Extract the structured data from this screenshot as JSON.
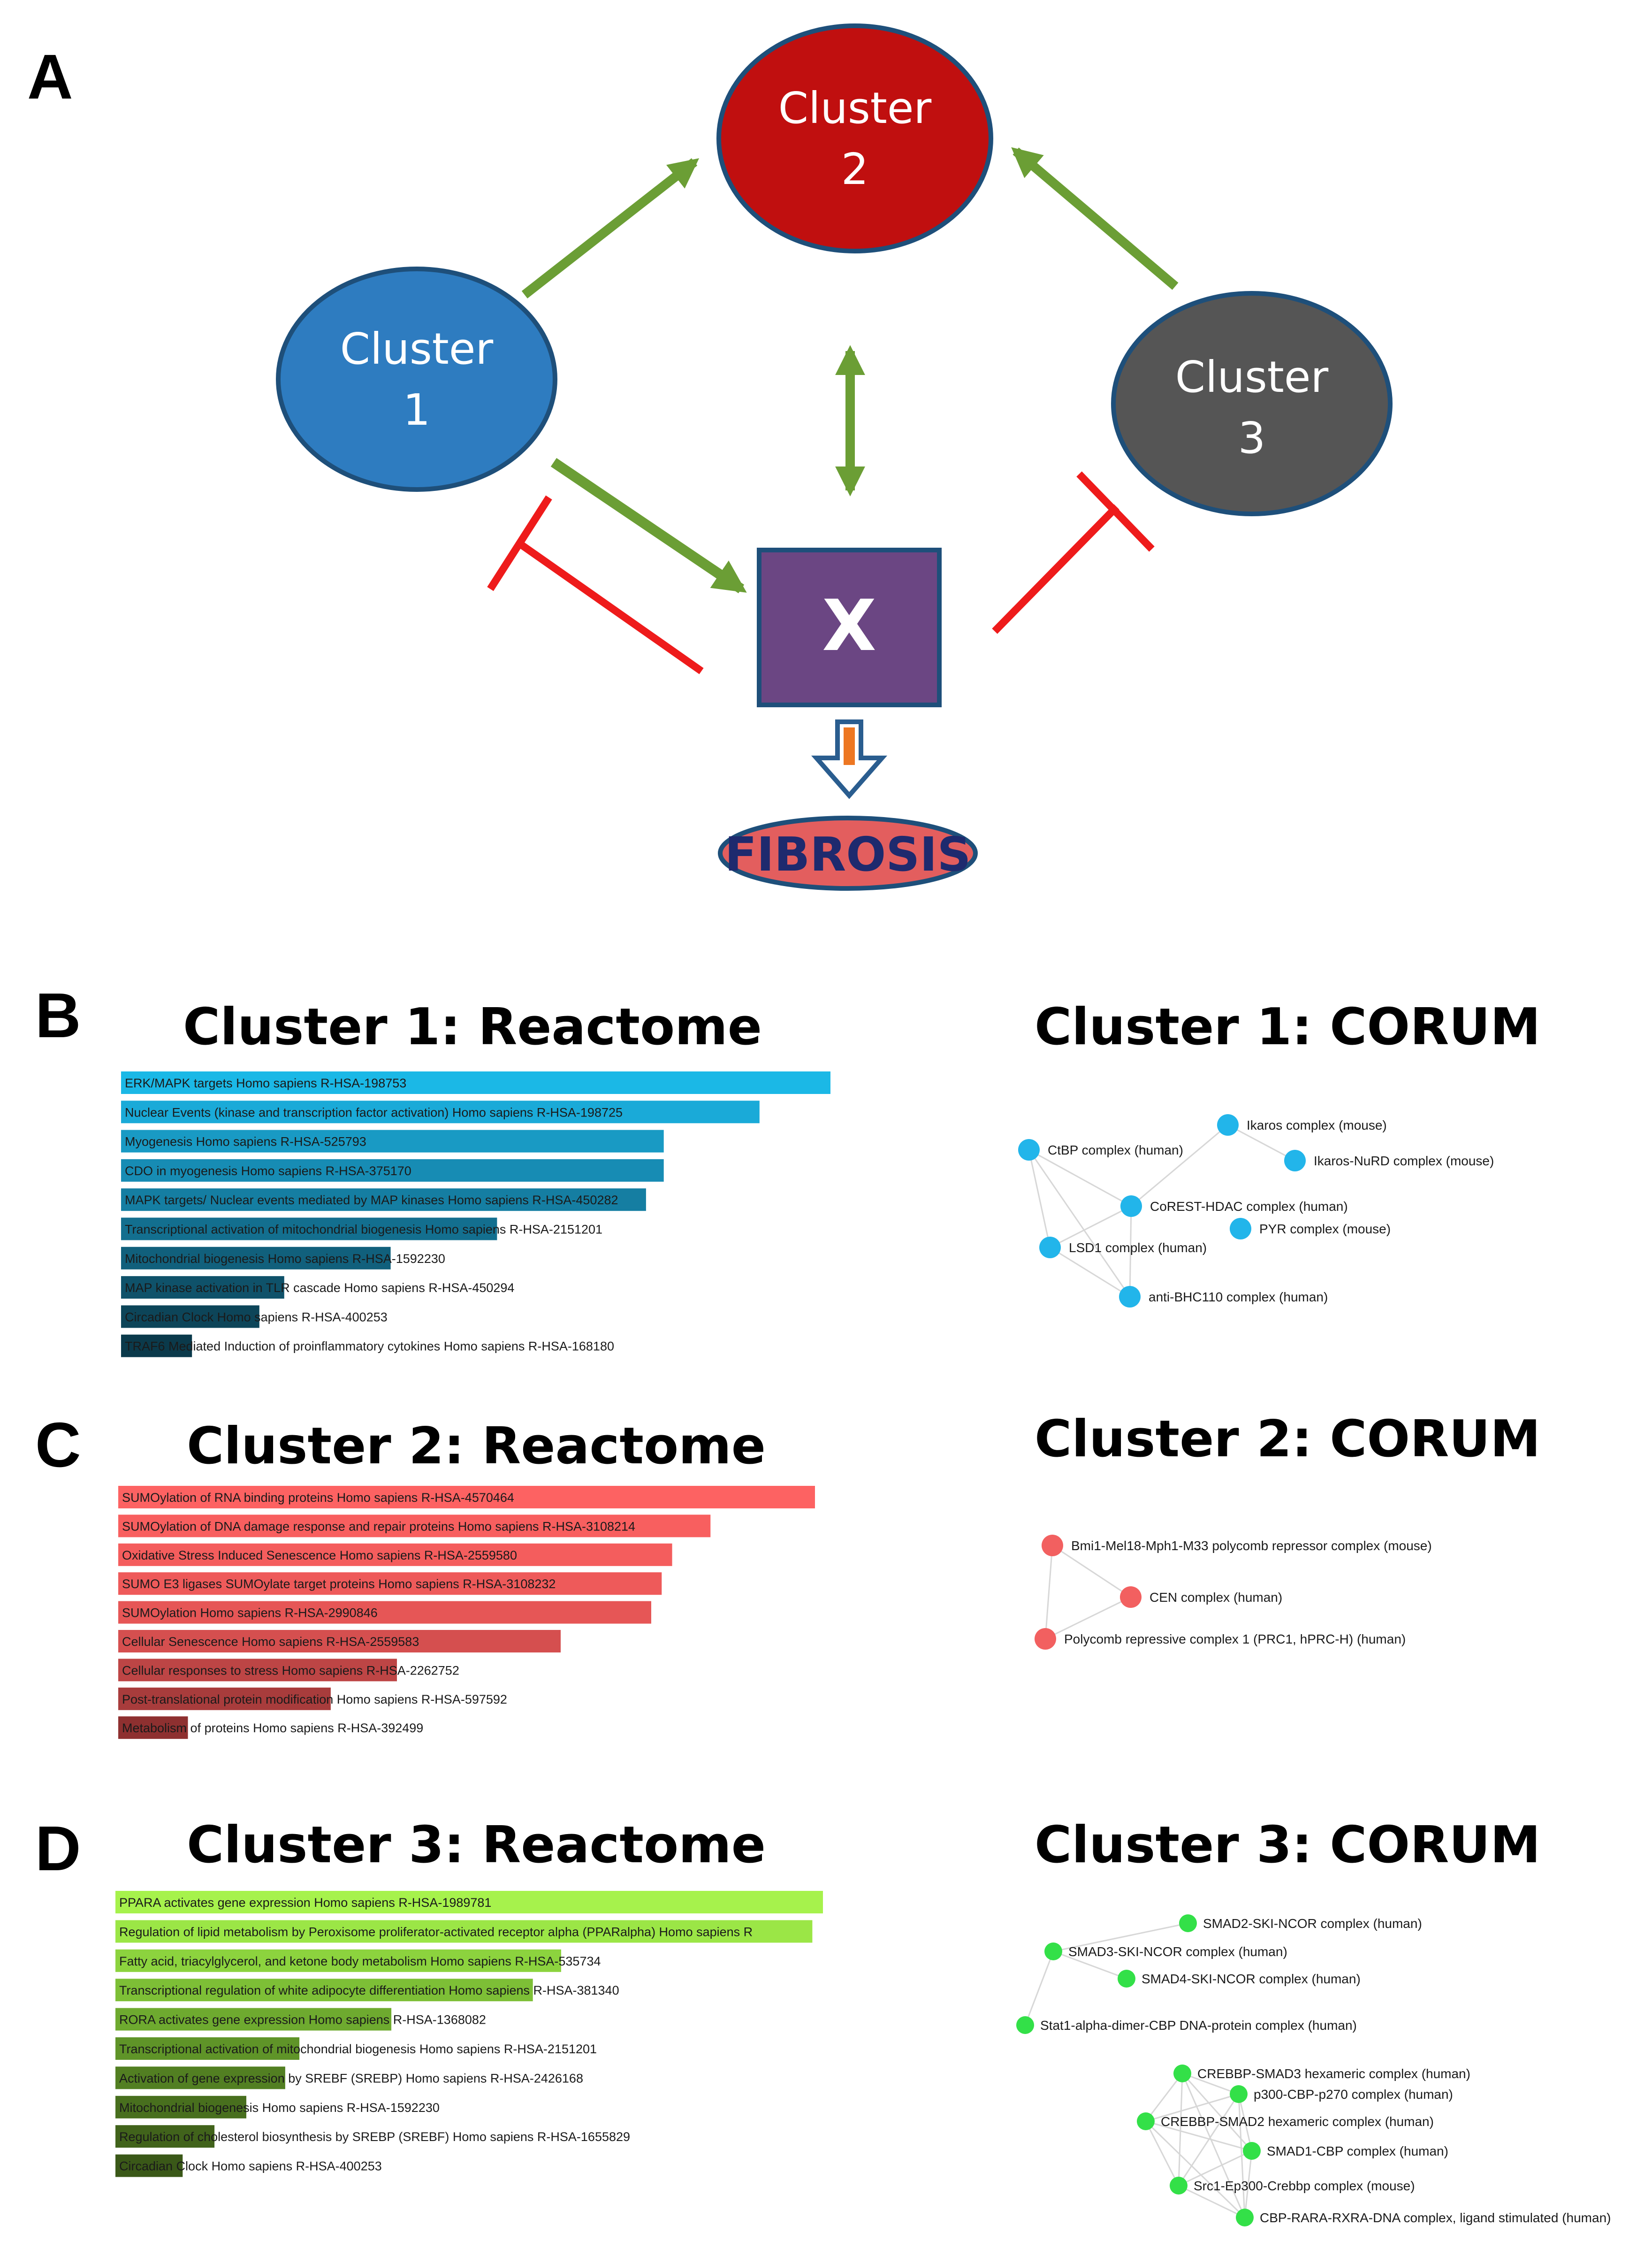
{
  "panels": {
    "a": "A",
    "b": "B",
    "c": "C",
    "d": "D"
  },
  "diagram": {
    "cluster1": {
      "line1": "Cluster",
      "line2": "1",
      "color": "#2e7cc0"
    },
    "cluster2": {
      "line1": "Cluster",
      "line2": "2",
      "color": "#c00f0f"
    },
    "cluster3": {
      "line1": "Cluster",
      "line2": "3",
      "color": "#555555"
    },
    "x": {
      "label": "X",
      "color": "#6b4683"
    },
    "fibrosis": {
      "label": "FIBROSIS",
      "color": "#e35e5e"
    },
    "activation_color": "#6b9e35",
    "inhibition_color": "#ee1b1b"
  },
  "sections": [
    {
      "reactome_title": "Cluster 1: Reactome",
      "corum_title": "Cluster 1: CORUM",
      "bars": [
        {
          "label": "ERK/MAPK targets Homo sapiens R-HSA-198753",
          "value": 1.0,
          "color": "#1bb8e6"
        },
        {
          "label": "Nuclear Events (kinase and transcription factor activation) Homo sapiens R-HSA-198725",
          "value": 0.9,
          "color": "#1aaad8"
        },
        {
          "label": "Myogenesis Homo sapiens R-HSA-525793",
          "value": 0.765,
          "color": "#199ac4"
        },
        {
          "label": "CDO in myogenesis Homo sapiens R-HSA-375170",
          "value": 0.765,
          "color": "#178cb4"
        },
        {
          "label": "MAPK targets/ Nuclear events mediated by MAP kinases Homo sapiens R-HSA-450282",
          "value": 0.74,
          "color": "#157ea2"
        },
        {
          "label": "Transcriptional activation of mitochondrial biogenesis Homo sapiens R-HSA-2151201",
          "value": 0.53,
          "color": "#136f8f"
        },
        {
          "label": "Mitochondrial biogenesis Homo sapiens R-HSA-1592230",
          "value": 0.38,
          "color": "#11607c"
        },
        {
          "label": "MAP kinase activation in TLR cascade Homo sapiens R-HSA-450294",
          "value": 0.23,
          "color": "#0f526a"
        },
        {
          "label": "Circadian Clock Homo sapiens R-HSA-400253",
          "value": 0.195,
          "color": "#0d4559"
        },
        {
          "label": "TRAF6 Mediated Induction of proinflammatory cytokines Homo sapiens R-HSA-168180",
          "value": 0.1,
          "color": "#0b3a4b"
        }
      ],
      "network": {
        "color": "#22b5ea",
        "nodes": [
          {
            "label": "Ikaros complex (mouse)"
          },
          {
            "label": "CtBP complex (human)"
          },
          {
            "label": "Ikaros-NuRD complex (mouse)"
          },
          {
            "label": "CoREST-HDAC complex (human)"
          },
          {
            "label": "PYR complex (mouse)"
          },
          {
            "label": "LSD1 complex (human)"
          },
          {
            "label": "anti-BHC110 complex (human)"
          }
        ]
      }
    },
    {
      "reactome_title": "Cluster 2: Reactome",
      "corum_title": "Cluster 2: CORUM",
      "bars": [
        {
          "label": "SUMOylation of RNA binding proteins Homo sapiens R-HSA-4570464",
          "value": 1.0,
          "color": "#fd6262"
        },
        {
          "label": "SUMOylation of DNA damage response and repair proteins Homo sapiens R-HSA-3108214",
          "value": 0.85,
          "color": "#f85f5f"
        },
        {
          "label": "Oxidative Stress Induced Senescence Homo sapiens R-HSA-2559580",
          "value": 0.795,
          "color": "#f45d5d"
        },
        {
          "label": "SUMO E3 ligases SUMOylate target proteins Homo sapiens R-HSA-3108232",
          "value": 0.78,
          "color": "#ee5a5a"
        },
        {
          "label": "SUMOylation Homo sapiens R-HSA-2990846",
          "value": 0.765,
          "color": "#e65656"
        },
        {
          "label": "Cellular Senescence Homo sapiens R-HSA-2559583",
          "value": 0.635,
          "color": "#d54f4f"
        },
        {
          "label": "Cellular responses to stress Homo sapiens R-HSA-2262752",
          "value": 0.4,
          "color": "#bd4545"
        },
        {
          "label": "Post-translational protein modification Homo sapiens R-HSA-597592",
          "value": 0.305,
          "color": "#a83c3c"
        },
        {
          "label": "Metabolism of proteins Homo sapiens R-HSA-392499",
          "value": 0.1,
          "color": "#8e3030"
        }
      ],
      "network": {
        "color": "#f26060",
        "nodes": [
          {
            "label": "Bmi1-Mel18-Mph1-M33 polycomb repressor complex (mouse)"
          },
          {
            "label": "CEN complex (human)"
          },
          {
            "label": "Polycomb repressive complex 1 (PRC1, hPRC-H) (human)"
          }
        ]
      }
    },
    {
      "reactome_title": "Cluster 3: Reactome",
      "corum_title": "Cluster 3: CORUM",
      "bars": [
        {
          "label": "PPARA activates gene expression Homo sapiens R-HSA-1989781",
          "value": 1.0,
          "color": "#a6f24c"
        },
        {
          "label": "Regulation of lipid metabolism by Peroxisome proliferator-activated receptor alpha (PPARalpha) Homo sapiens R",
          "value": 0.985,
          "color": "#9be646"
        },
        {
          "label": "Fatty acid, triacylglycerol, and ketone body metabolism Homo sapiens R-HSA-535734",
          "value": 0.63,
          "color": "#8cd33e"
        },
        {
          "label": "Transcriptional regulation of white adipocyte differentiation Homo sapiens R-HSA-381340",
          "value": 0.59,
          "color": "#7dbf36"
        },
        {
          "label": "RORA activates gene expression Homo sapiens R-HSA-1368082",
          "value": 0.39,
          "color": "#6eaa2f"
        },
        {
          "label": "Transcriptional activation of mitochondrial biogenesis Homo sapiens R-HSA-2151201",
          "value": 0.26,
          "color": "#5f9428"
        },
        {
          "label": "Activation of gene expression by SREBF (SREBP) Homo sapiens R-HSA-2426168",
          "value": 0.24,
          "color": "#527f22"
        },
        {
          "label": "Mitochondrial biogenesis Homo sapiens R-HSA-1592230",
          "value": 0.185,
          "color": "#486f1e"
        },
        {
          "label": "Regulation of cholesterol biosynthesis by SREBP (SREBF) Homo sapiens R-HSA-1655829",
          "value": 0.14,
          "color": "#41631b"
        },
        {
          "label": "Circadian Clock Homo sapiens R-HSA-400253",
          "value": 0.095,
          "color": "#3a5818"
        }
      ],
      "network": {
        "color": "#33e048",
        "nodes": [
          {
            "label": "SMAD2-SKI-NCOR complex (human)"
          },
          {
            "label": "SMAD3-SKI-NCOR complex (human)"
          },
          {
            "label": "SMAD4-SKI-NCOR complex (human)"
          },
          {
            "label": "Stat1-alpha-dimer-CBP DNA-protein complex (human)"
          },
          {
            "label": "CREBBP-SMAD3 hexameric complex (human)"
          },
          {
            "label": "p300-CBP-p270 complex (human)"
          },
          {
            "label": "CREBBP-SMAD2 hexameric complex (human)"
          },
          {
            "label": "SMAD1-CBP complex (human)"
          },
          {
            "label": "Src1-Ep300-Crebbp complex (mouse)"
          },
          {
            "label": "CBP-RARA-RXRA-DNA complex, ligand stimulated (human)"
          }
        ]
      }
    }
  ]
}
